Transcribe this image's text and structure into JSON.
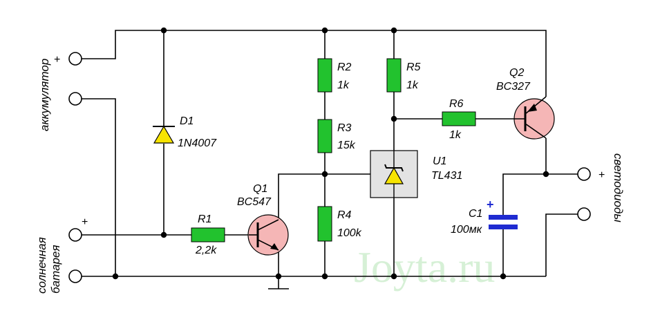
{
  "colors": {
    "resistor": "#22c22e",
    "transistor": "#f5b6b6",
    "diode": "#f7e400",
    "capacitor": "#1f2bd1",
    "ic": "#e3e3e3",
    "watermark": "#c9ecc9"
  },
  "terminals": {
    "battery_label": "аккумулятор",
    "battery_plus": "+",
    "solar_label_line1": "солнечная",
    "solar_label_line2": "батарея",
    "solar_plus": "+",
    "leds_label": "светодиоды",
    "leds_plus": "+"
  },
  "components": {
    "D1": {
      "ref": "D1",
      "value": "1N4007"
    },
    "R1": {
      "ref": "R1",
      "value": "2,2k"
    },
    "Q1": {
      "ref": "Q1",
      "value": "BC547"
    },
    "R2": {
      "ref": "R2",
      "value": "1k"
    },
    "R3": {
      "ref": "R3",
      "value": "15k"
    },
    "R4": {
      "ref": "R4",
      "value": "100k"
    },
    "R5": {
      "ref": "R5",
      "value": "1k"
    },
    "U1": {
      "ref": "U1",
      "value": "TL431"
    },
    "R6": {
      "ref": "R6",
      "value": "1k"
    },
    "Q2": {
      "ref": "Q2",
      "value": "BC327"
    },
    "C1": {
      "ref": "C1",
      "value": "100мк",
      "polarity": "+"
    }
  },
  "watermark": "Joyta.ru"
}
